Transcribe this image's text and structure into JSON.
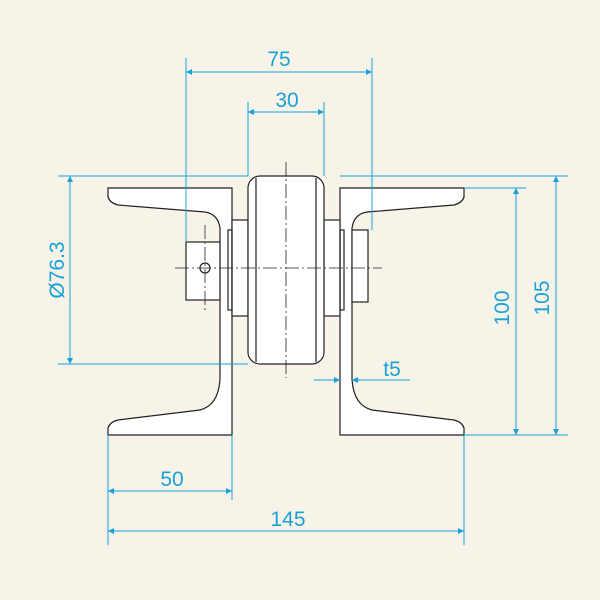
{
  "dimensions": {
    "width_75": "75",
    "width_30": "30",
    "diameter": "Ø76.3",
    "height_100": "100",
    "height_105": "105",
    "thickness": "t5",
    "flange_50": "50",
    "overall_145": "145"
  },
  "colors": {
    "background": "#f7f3e8",
    "line": "#222222",
    "dimension": "#1aa2d8"
  }
}
